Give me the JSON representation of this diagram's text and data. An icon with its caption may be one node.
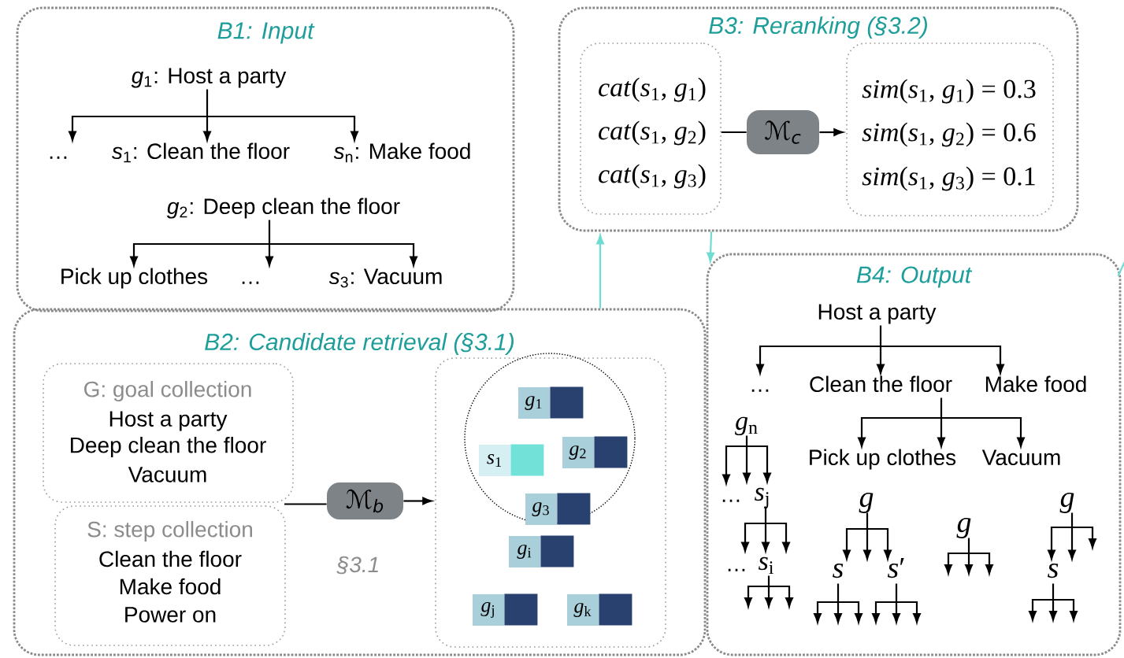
{
  "diagram": {
    "nodes": [
      {
        "text": [
          "B1: Input"
        ]
      },
      {
        "text": [
          "*g*$_{1}$: Host a party"
        ],
        "in": 0
      },
      {
        "text": [
          "…"
        ],
        "in": 0
      },
      {
        "text": [
          "*s*$_{1}$: Clean the floor"
        ],
        "in": 0
      },
      {
        "text": [
          "*s*$_{n}$: Make food"
        ],
        "in": 0
      },
      {
        "text": [
          "*g*$_{2}$: Deep clean the floor"
        ],
        "in": 0
      },
      {
        "text": [
          "Pick up clothes"
        ],
        "in": 0
      },
      {
        "text": [
          "…"
        ],
        "in": 0
      },
      {
        "text": [
          "*s*$_{3}$: Vacuum"
        ],
        "in": 0
      },
      {
        "text": [
          "B3: Reranking (§3.2)"
        ]
      },
      {
        "text": [
          "*cat*(*s*$_{1}$, *g*$_{1}$)",
          "*cat*(*s*$_{1}$, *g*$_{2}$)",
          "*cat*(*s*$_{1}$, *g*$_{3}$)"
        ],
        "in": 9
      },
      {
        "text": [
          "ℳ$_{c}$"
        ],
        "in": 9
      },
      {
        "text": [
          "*sim*(*s*$_{1}$, *g*$_{1}$) = 0.3",
          "*sim*(*s*$_{1}$, *g*$_{2}$) = 0.6",
          "*sim*(*s*$_{1}$, *g*$_{3}$) = 0.1"
        ],
        "in": 9
      },
      {
        "text": [
          "B2: Candidate retrieval (§3.1)"
        ]
      },
      {
        "text": [
          "G: goal collection",
          "Host a party",
          "Deep clean the floor",
          "Vacuum"
        ],
        "in": 13
      },
      {
        "text": [
          "S: step collection",
          "Clean the floor",
          "Make food",
          "Power on"
        ],
        "in": 13
      },
      {
        "text": [
          "ℳ$_{b}$"
        ],
        "beside": [
          "§3.1"
        ],
        "in": 13
      },
      {
        "text": [],
        "shape": "box",
        "in": 13
      },
      {
        "text": [],
        "shape": "circle",
        "in": 17
      },
      {
        "text": [
          "*g*$_{1}$"
        ],
        "in": 18
      },
      {
        "text": [
          "*s*$_{1}$"
        ],
        "in": 18
      },
      {
        "text": [
          "*g*$_{2}$"
        ],
        "in": 18
      },
      {
        "text": [
          "*g*$_{3}$"
        ],
        "in": 18
      },
      {
        "text": [
          "*g*$_{i}$"
        ],
        "in": 17
      },
      {
        "text": [
          "*g*$_{j}$"
        ],
        "in": 17
      },
      {
        "text": [
          "*g*$_{k}$"
        ],
        "in": 17
      },
      {
        "text": [
          "B4: Output"
        ]
      },
      {
        "text": [
          "Host a party"
        ],
        "in": 26
      },
      {
        "text": [
          "…"
        ],
        "in": 26
      },
      {
        "text": [
          "Clean the floor"
        ],
        "in": 26
      },
      {
        "text": [
          "Make food"
        ],
        "in": 26
      },
      {
        "text": [
          "Pick up clothes"
        ],
        "in": 26
      },
      {
        "text": [
          "Vacuum"
        ],
        "in": 26
      },
      {
        "text": [
          "*g*$_{n}$"
        ],
        "in": 26
      },
      {
        "text": [
          "…"
        ],
        "in": 26
      },
      {
        "text": [
          "*s*$_{j}$"
        ],
        "in": 26
      },
      {
        "text": [
          "…"
        ],
        "in": 26
      },
      {
        "text": [
          "*s*$_{i}$"
        ],
        "in": 26
      },
      {
        "text": [
          "*g*"
        ],
        "in": 26
      },
      {
        "text": [
          "*s*"
        ],
        "in": 26
      },
      {
        "text": [
          "*s*′"
        ],
        "in": 26
      },
      {
        "text": [
          "*g*"
        ],
        "in": 26
      },
      {
        "text": [
          "*g*"
        ],
        "in": 26
      },
      {
        "text": [
          "*s*"
        ],
        "in": 26
      }
    ],
    "edges": [
      {
        "from": 1,
        "to": 2,
        "arrow": "to"
      },
      {
        "from": 1,
        "to": 3,
        "arrow": "to"
      },
      {
        "from": 1,
        "to": 4,
        "arrow": "to"
      },
      {
        "from": 5,
        "to": 6,
        "arrow": "to"
      },
      {
        "from": 5,
        "to": 7,
        "arrow": "to"
      },
      {
        "from": 5,
        "to": 8,
        "arrow": "to"
      },
      {
        "from": 10,
        "to": 11,
        "arrow": "none"
      },
      {
        "from": 11,
        "to": 12,
        "arrow": "to"
      },
      {
        "from": 14,
        "to": 16,
        "arrow": "none"
      },
      {
        "from": 15,
        "to": 16,
        "arrow": "none"
      },
      {
        "from": 16,
        "to": 17,
        "arrow": "to"
      },
      {
        "from": 13,
        "to": 9,
        "arrow": "to",
        "color": "#6fdcd2"
      },
      {
        "from": 9,
        "to": 26,
        "arrow": "to",
        "color": "#6fdcd2"
      },
      {
        "from": 27,
        "to": 28,
        "arrow": "to"
      },
      {
        "from": 27,
        "to": 29,
        "arrow": "to"
      },
      {
        "from": 27,
        "to": 30,
        "arrow": "to"
      },
      {
        "from": 29,
        "to": 31,
        "arrow": "to"
      },
      {
        "from": 29,
        "to": 31,
        "arrow": "to"
      },
      {
        "from": 29,
        "to": 32,
        "arrow": "to"
      },
      {
        "from": 33,
        "to": 34,
        "arrow": "to"
      },
      {
        "from": 33,
        "to": 35,
        "arrow": "to"
      },
      {
        "from": 33,
        "to": 35,
        "arrow": "to"
      },
      {
        "from": 35,
        "to": 37,
        "arrow": "to"
      },
      {
        "from": 35,
        "to": 37,
        "arrow": "to"
      },
      {
        "from": 35,
        "to": 37,
        "arrow": "to"
      },
      {
        "from": 37,
        "to": null,
        "arrow": "to"
      },
      {
        "from": 37,
        "to": null,
        "arrow": "to"
      },
      {
        "from": 37,
        "to": null,
        "arrow": "to"
      },
      {
        "from": 38,
        "to": 39,
        "arrow": "to"
      },
      {
        "from": 38,
        "to": 40,
        "arrow": "to"
      },
      {
        "from": 38,
        "to": 40,
        "arrow": "to"
      },
      {
        "from": 39,
        "to": null,
        "arrow": "to"
      },
      {
        "from": 39,
        "to": null,
        "arrow": "to"
      },
      {
        "from": 39,
        "to": null,
        "arrow": "to"
      },
      {
        "from": 40,
        "to": null,
        "arrow": "to"
      },
      {
        "from": 40,
        "to": null,
        "arrow": "to"
      },
      {
        "from": 40,
        "to": null,
        "arrow": "to"
      },
      {
        "from": 41,
        "to": null,
        "arrow": "to"
      },
      {
        "from": 41,
        "to": null,
        "arrow": "to"
      },
      {
        "from": 41,
        "to": null,
        "arrow": "to"
      },
      {
        "from": 42,
        "to": 43,
        "arrow": "to"
      },
      {
        "from": 42,
        "to": 43,
        "arrow": "to"
      },
      {
        "from": 42,
        "to": null,
        "arrow": "to"
      },
      {
        "from": 43,
        "to": null,
        "arrow": "to"
      },
      {
        "from": 43,
        "to": null,
        "arrow": "to"
      },
      {
        "from": 43,
        "to": null,
        "arrow": "to"
      },
      {
        "from": 26,
        "to": null,
        "arrow": "none",
        "color": "#6fdcd2"
      }
    ]
  }
}
